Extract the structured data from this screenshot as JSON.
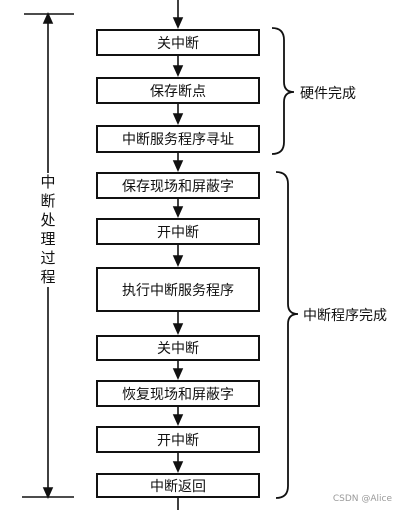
{
  "steps": [
    "关中断",
    "保存断点",
    "中断服务程序寻址",
    "保存现场和屏蔽字",
    "开中断",
    "执行中断服务程序",
    "关中断",
    "恢复现场和屏蔽字",
    "开中断",
    "中断返回"
  ],
  "labels": {
    "process": "中断处理过程",
    "hardware": "硬件完成",
    "program": "中断程序完成"
  },
  "watermark": "CSDN @Alice"
}
